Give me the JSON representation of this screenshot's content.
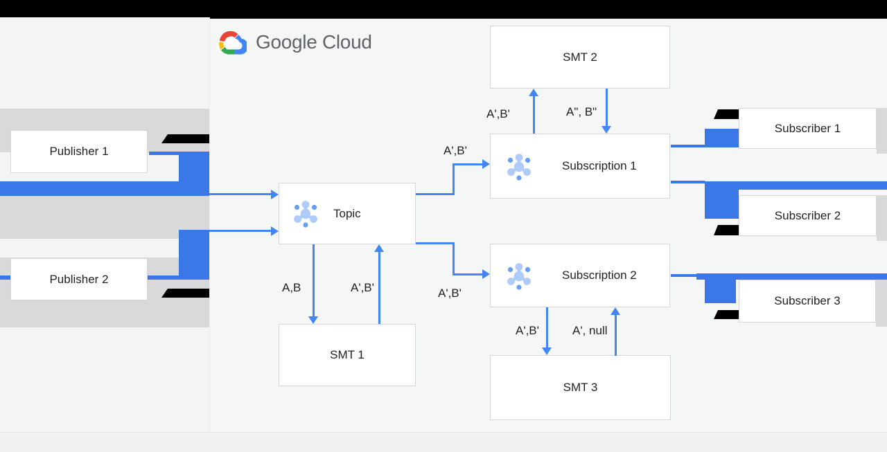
{
  "logo": {
    "text": "Google Cloud"
  },
  "nodes": {
    "publisher1": {
      "label": "Publisher 1"
    },
    "publisher2": {
      "label": "Publisher 2"
    },
    "topic": {
      "label": "Topic"
    },
    "smt1": {
      "label": "SMT 1"
    },
    "smt2": {
      "label": "SMT 2"
    },
    "smt3": {
      "label": "SMT 3"
    },
    "subscription1": {
      "label": "Subscription 1"
    },
    "subscription2": {
      "label": "Subscription 2"
    },
    "subscriber1": {
      "label": "Subscriber 1"
    },
    "subscriber2": {
      "label": "Subscriber 2"
    },
    "subscriber3": {
      "label": "Subscriber 3"
    }
  },
  "edge_labels": {
    "topic_to_sub1": "A',B'",
    "topic_to_sub2": "A',B'",
    "topic_to_smt1": "A,B",
    "smt1_to_topic": "A',B'",
    "sub1_to_smt2": "A',B'",
    "smt2_to_sub1": "A\", B\"",
    "sub2_to_smt3": "A',B'",
    "smt3_to_sub2": "A', null"
  },
  "icons": {
    "topic_icon": "pubsub-topic-icon",
    "subscription_icon": "pubsub-subscription-icon",
    "logo_icon": "google-cloud-icon"
  },
  "colors": {
    "arrow_blue": "#4285f4",
    "bar_blue": "#3b78e7",
    "icon_light_blue": "#aecbfa",
    "icon_dot_blue": "#669df6",
    "band_gray": "#d9d9d9",
    "redaction_black": "#000000",
    "node_border": "#d6d6d6",
    "background": "#f5f6f6",
    "logo_text_gray": "#5f6368"
  }
}
